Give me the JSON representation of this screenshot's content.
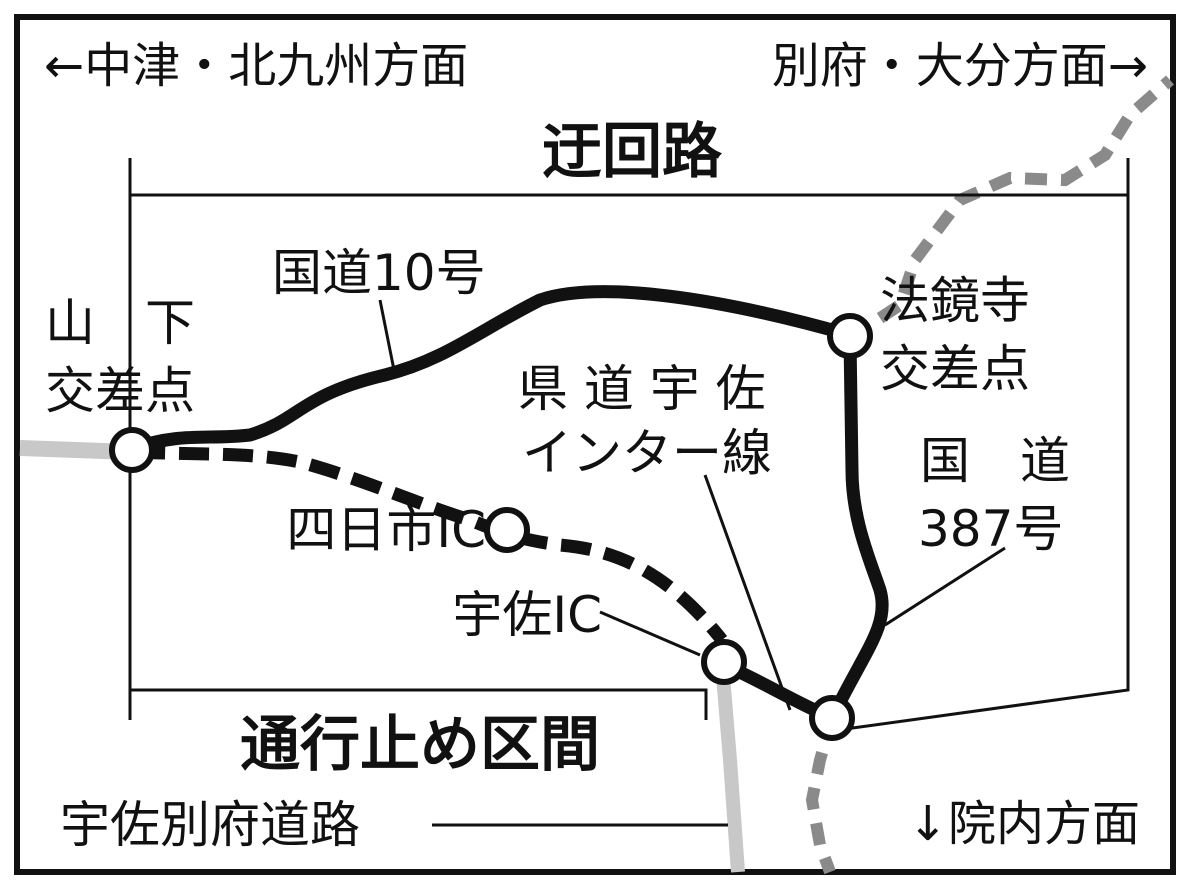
{
  "directions": {
    "west": "←中津・北九州方面",
    "east": "別府・大分方面→",
    "south": "↓院内方面"
  },
  "sections": {
    "detour": "迂回路",
    "closed": "通行止め区間"
  },
  "places": {
    "yamashita_1": "山　下",
    "yamashita_2": "交差点",
    "hokyoji_1": "法鏡寺",
    "hokyoji_2": "交差点",
    "yokkaichi_ic": "四日市IC",
    "usa_ic": "宇佐IC"
  },
  "roads": {
    "route10": "国道10号",
    "kendo_1": "県 道 宇 佐",
    "kendo_2": "インター線",
    "route387_1": "国　道",
    "route387_2": "387号",
    "usa_beppu": "宇佐別府道路"
  },
  "colors": {
    "road": "#111111",
    "gray_road": "#c8c8c8",
    "dashed_gray": "#8a8a8a"
  }
}
